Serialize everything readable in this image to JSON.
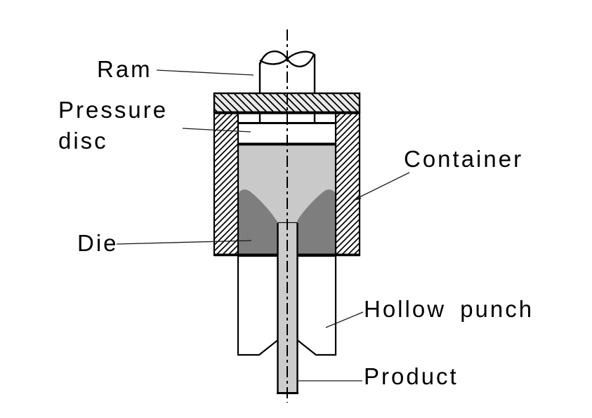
{
  "diagram": {
    "type": "technical-cross-section",
    "subject": "hydrostatic-extrusion-press",
    "labels": {
      "ram": "Ram",
      "pressure_disc_line1": "Pressure",
      "pressure_disc_line2": "disc",
      "container": "Container",
      "die": "Die",
      "hollow_punch": "Hollow punch",
      "product": "Product"
    },
    "colors": {
      "background": "#ffffff",
      "outline": "#000000",
      "billet": "#c9c9c9",
      "product_rod": "#cccccc",
      "die": "#7e7e7e",
      "plate_fill": "#e9e9e9",
      "leader": "#1a1a1a"
    }
  }
}
